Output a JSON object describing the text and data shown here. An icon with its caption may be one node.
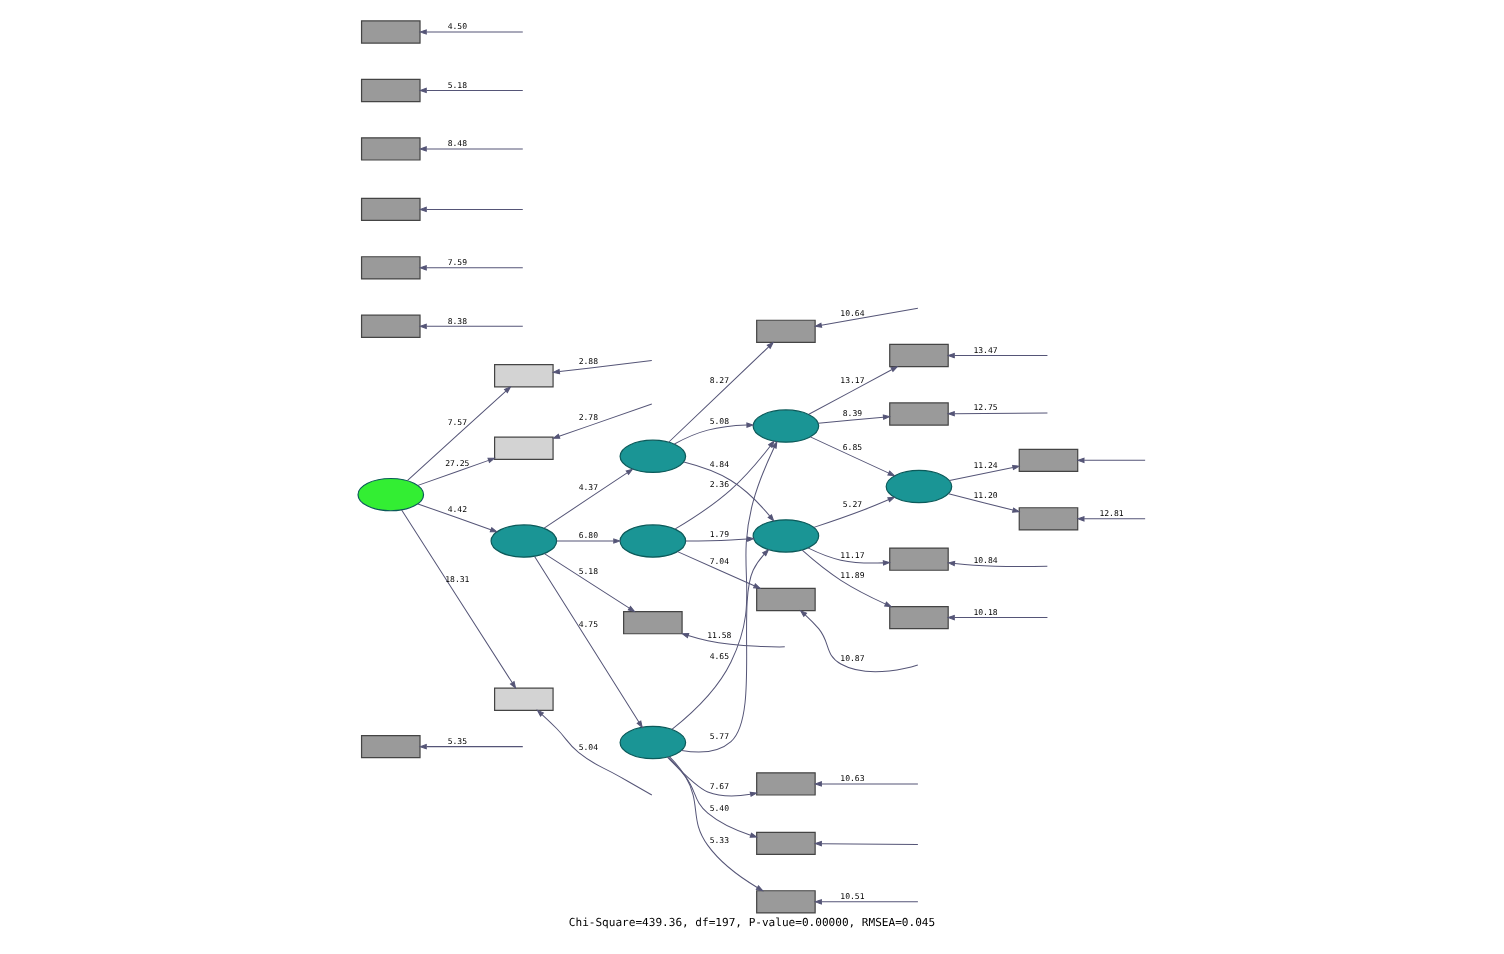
{
  "diagram": {
    "caption": "Chi-Square=439.36, df=197, P-value=0.00000, RMSEA=0.045",
    "nodes": [
      {
        "text": [],
        "shape": "box"
      },
      {
        "text": [],
        "shape": "box"
      },
      {
        "text": [],
        "shape": "box"
      },
      {
        "text": [],
        "shape": "box"
      },
      {
        "text": [],
        "shape": "ellipse"
      },
      {
        "text": [],
        "shape": "box"
      },
      {
        "text": [],
        "shape": "ellipse"
      },
      {
        "text": [],
        "shape": "box"
      },
      {
        "text": [],
        "shape": "box"
      },
      {
        "text": [],
        "shape": "box"
      },
      {
        "text": [],
        "shape": "ellipse"
      },
      {
        "text": [],
        "shape": "ellipse"
      },
      {
        "text": [],
        "shape": "ellipse"
      },
      {
        "text": [],
        "shape": "box"
      },
      {
        "text": [],
        "shape": "box"
      },
      {
        "text": [],
        "shape": "ellipse"
      },
      {
        "text": [],
        "shape": "box"
      },
      {
        "text": [],
        "shape": "box"
      },
      {
        "text": [],
        "shape": "box"
      },
      {
        "text": [],
        "shape": "box"
      },
      {
        "text": [],
        "shape": "box"
      },
      {
        "text": [],
        "shape": "ellipse"
      },
      {
        "text": [],
        "shape": "ellipse"
      },
      {
        "text": [],
        "shape": "box"
      },
      {
        "text": [],
        "shape": "box"
      },
      {
        "text": [],
        "shape": "box"
      },
      {
        "text": [],
        "shape": "box"
      },
      {
        "text": [],
        "shape": "box"
      },
      {
        "text": [],
        "shape": "box"
      },
      {
        "text": [],
        "shape": "box"
      }
    ],
    "edges": [
      {
        "from": 10,
        "to": 3,
        "arrow": "to",
        "label": "7.57"
      },
      {
        "from": 10,
        "to": 9,
        "arrow": "to",
        "label": "27.25"
      },
      {
        "from": 10,
        "to": 17,
        "arrow": "to",
        "label": "18.31"
      },
      {
        "from": 10,
        "to": 11,
        "arrow": "to",
        "label": "4.42"
      },
      {
        "from": 11,
        "to": 4,
        "arrow": "to",
        "label": "4.37"
      },
      {
        "from": 11,
        "to": 12,
        "arrow": "to",
        "label": "6.80"
      },
      {
        "from": 11,
        "to": 21,
        "arrow": "to",
        "label": "4.75"
      },
      {
        "from": 11,
        "to": 20,
        "arrow": "to",
        "label": "5.18"
      },
      {
        "from": 4,
        "to": 1,
        "arrow": "to",
        "label": "8.27"
      },
      {
        "from": 4,
        "to": 6,
        "arrow": "to",
        "label": "5.08"
      },
      {
        "from": 4,
        "to": 22,
        "arrow": "to",
        "label": "4.84"
      },
      {
        "from": 12,
        "to": 6,
        "arrow": "to",
        "label": "2.36"
      },
      {
        "from": 12,
        "to": 14,
        "arrow": "to",
        "label": "7.04"
      },
      {
        "from": 12,
        "to": 22,
        "arrow": "to",
        "label": "1.79"
      },
      {
        "from": 21,
        "to": 6,
        "arrow": "to",
        "label": "4.65"
      },
      {
        "from": 21,
        "to": 22,
        "arrow": "to",
        "label": "5.77"
      },
      {
        "from": 21,
        "to": 25,
        "arrow": "to",
        "label": "7.67"
      },
      {
        "from": 21,
        "to": 28,
        "arrow": "to",
        "label": "5.40"
      },
      {
        "from": 21,
        "to": 29,
        "arrow": "to",
        "label": "5.33"
      },
      {
        "from": 6,
        "to": 5,
        "arrow": "to",
        "label": "13.17"
      },
      {
        "from": 6,
        "to": 8,
        "arrow": "to",
        "label": "8.39"
      },
      {
        "from": 6,
        "to": 15,
        "arrow": "to",
        "label": "6.85"
      },
      {
        "from": 22,
        "to": 15,
        "arrow": "to",
        "label": "5.27"
      },
      {
        "from": 22,
        "to": 26,
        "arrow": "to",
        "label": "11.17"
      },
      {
        "from": 22,
        "to": 27,
        "arrow": "to",
        "label": "11.89"
      },
      {
        "from": 15,
        "to": 16,
        "arrow": "to",
        "label": "11.24"
      },
      {
        "from": 15,
        "to": 19,
        "arrow": "to",
        "label": "11.20"
      },
      {
        "from": null,
        "to": 0,
        "arrow": "to",
        "label": "5.35"
      },
      {
        "from": null,
        "to": 1,
        "arrow": "to",
        "label": "10.64"
      },
      {
        "from": null,
        "to": 2,
        "arrow": "to",
        "label": "8.38"
      },
      {
        "from": null,
        "to": 3,
        "arrow": "to",
        "label": "2.88"
      },
      {
        "from": null,
        "to": 5,
        "arrow": "to",
        "label": "13.47"
      },
      {
        "from": null,
        "to": 7,
        "arrow": "to",
        "label": "7.59"
      },
      {
        "from": null,
        "to": 8,
        "arrow": "to",
        "label": "12.75"
      },
      {
        "from": null,
        "to": 9,
        "arrow": "to",
        "label": "2.78"
      },
      {
        "from": null,
        "to": 13,
        "arrow": "to"
      },
      {
        "from": null,
        "to": 14,
        "arrow": "to",
        "label": "10.87"
      },
      {
        "from": null,
        "to": 16,
        "arrow": "to"
      },
      {
        "from": null,
        "to": 17,
        "arrow": "to",
        "label": "5.04"
      },
      {
        "from": null,
        "to": 18,
        "arrow": "to",
        "label": "8.48"
      },
      {
        "from": null,
        "to": 19,
        "arrow": "to",
        "label": "12.81"
      },
      {
        "from": null,
        "to": 20,
        "arrow": "to",
        "label": "11.58"
      },
      {
        "from": null,
        "to": 23,
        "arrow": "to",
        "label": "5.18"
      },
      {
        "from": null,
        "to": 24,
        "arrow": "to",
        "label": "4.50"
      },
      {
        "from": null,
        "to": 25,
        "arrow": "to",
        "label": "10.63"
      },
      {
        "from": null,
        "to": 26,
        "arrow": "to",
        "label": "10.84"
      },
      {
        "from": null,
        "to": 27,
        "arrow": "to",
        "label": "10.18"
      },
      {
        "from": null,
        "to": 28,
        "arrow": "to"
      },
      {
        "from": null,
        "to": 29,
        "arrow": "to",
        "label": "10.51"
      }
    ]
  }
}
